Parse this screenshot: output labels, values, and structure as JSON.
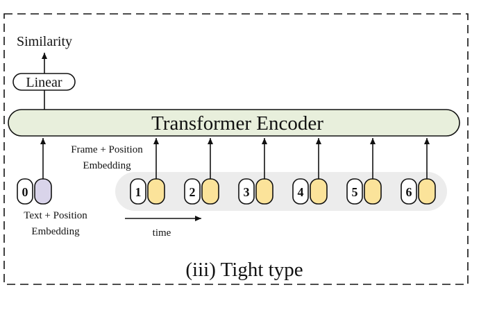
{
  "labels": {
    "similarity": "Similarity",
    "linear": "Linear",
    "encoder": "Transformer Encoder",
    "frame_embed_line1": "Frame + Position",
    "frame_embed_line2": "Embedding",
    "text_embed_line1": "Text + Position",
    "text_embed_line2": "Embedding",
    "time": "time",
    "caption": "(iii) Tight type"
  },
  "text_token": {
    "index": "0"
  },
  "frame_tokens": [
    {
      "index": "1"
    },
    {
      "index": "2"
    },
    {
      "index": "3"
    },
    {
      "index": "4"
    },
    {
      "index": "5"
    },
    {
      "index": "6"
    }
  ],
  "colors": {
    "encoder_fill": "#e8efdc",
    "frame_token_fill": "#fbe39a",
    "text_token_fill": "#d9d4ea",
    "frame_strip_fill": "#ececec",
    "stroke": "#111111"
  }
}
